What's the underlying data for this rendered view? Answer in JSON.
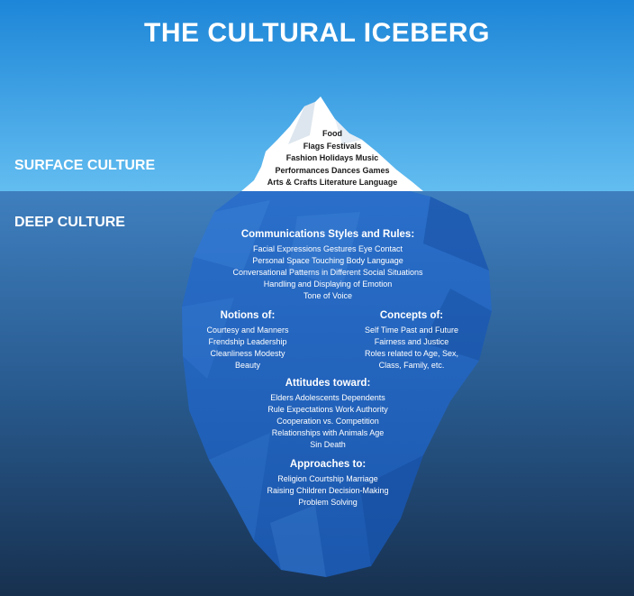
{
  "title": "THE CULTURAL ICEBERG",
  "labels": {
    "surface": "SURFACE CULTURE",
    "deep": "DEEP CULTURE"
  },
  "surface_items": [
    "Food",
    "Flags   Festivals",
    "Fashion   Holidays   Music",
    "Performances   Dances   Games",
    "Arts & Crafts   Literature   Language"
  ],
  "communications": {
    "heading": "Communications Styles and Rules:",
    "lines": [
      "Facial Expressions    Gestures    Eye Contact",
      "Personal Space    Touching    Body Language",
      "Conversational Patterns in Different Social Situations",
      "Handling and Displaying of Emotion",
      "Tone of Voice"
    ]
  },
  "notions": {
    "heading": "Notions of:",
    "lines": [
      "Courtesy and Manners",
      "Frendship   Leadership",
      "Cleanliness   Modesty",
      "Beauty"
    ]
  },
  "concepts": {
    "heading": "Concepts of:",
    "lines": [
      "Self   Time   Past and Future",
      "Fairness and Justice",
      "Roles related to Age, Sex,",
      "Class, Family, etc."
    ]
  },
  "attitudes": {
    "heading": "Attitudes toward:",
    "lines": [
      "Elders   Adolescents   Dependents",
      "Rule   Expectations   Work   Authority",
      "Cooperation vs. Competition",
      "Relationships with Animals   Age",
      "Sin   Death"
    ]
  },
  "approaches": {
    "heading": "Approaches to:",
    "lines": [
      "Religion   Courtship   Marriage",
      "Raising Children   Decision-Making",
      "Problem Solving"
    ]
  },
  "colors": {
    "sky_top": "#1d86d8",
    "sky_bottom": "#63bdf0",
    "sea_top": "#3f7fbf",
    "sea_bottom": "#17304f",
    "ice_body": "#1f63bf",
    "ice_tip": "#ffffff",
    "text": "#ffffff"
  }
}
